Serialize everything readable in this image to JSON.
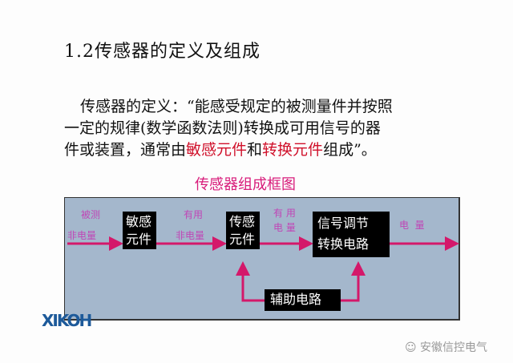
{
  "title": "1.2传感器的定义及组成",
  "definition": {
    "line1": "传感器的定义：“能感受规定的被测量件并按照",
    "line2": "一定的规律(数学函数法则)转换成可用信号的器",
    "line3a": "件或装置，通常由",
    "line3b": "敏感元件",
    "line3c": "和",
    "line3d": "转换元件",
    "line3e": "组成”。"
  },
  "diagram": {
    "title": "传感器组成框图",
    "in_label_top": "被测",
    "in_label_bottom": "非电量",
    "block1": [
      "敏感",
      "元件"
    ],
    "mid1_top": "有用",
    "mid1_bottom": "非电量",
    "block2": [
      "传感",
      "元件"
    ],
    "mid2_top": "有 用",
    "mid2_bottom": "电 量",
    "block3": [
      "信号调节",
      "转换电路"
    ],
    "out_label": "电  量",
    "aux": "辅助电路"
  },
  "logo": "XIKOH",
  "watermark": "安徽信控电气",
  "colors": {
    "arrow": "#d4186a",
    "diagram_bg": "#a4b7cc",
    "highlight": "#d0102a"
  }
}
